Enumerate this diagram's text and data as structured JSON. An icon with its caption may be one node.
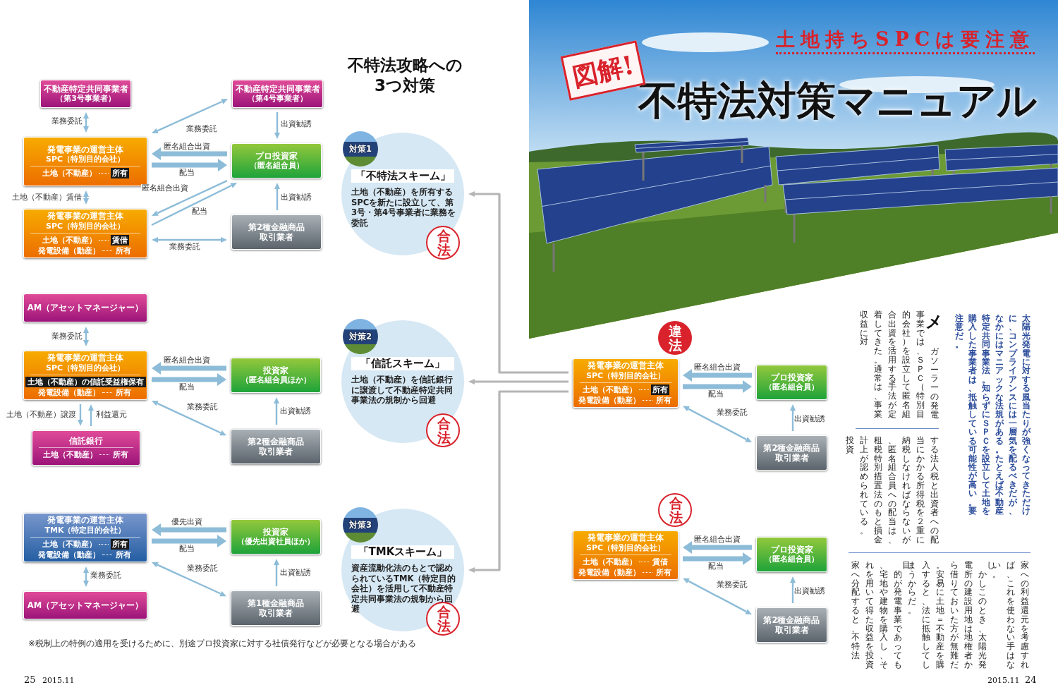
{
  "diagram": {
    "title": "不特法対策マニュアル",
    "nodes": [
      {
        "text": [
          "不動産特定共同事業者",
          "（第3号事業者）"
        ]
      },
      {
        "text": [
          "不動産特定共同事業者",
          "（第4号事業者）"
        ]
      },
      {
        "text": [
          "発電事業の運営主体",
          "SPC（特別目的会社）",
          "土地（不動産）",
          "所有"
        ]
      },
      {
        "text": [
          "プロ投資家",
          "（匿名組合員）"
        ]
      },
      {
        "text": [
          "発電事業の運営主体",
          "SPC（特別目的会社）",
          "土地（不動産）",
          "賃借",
          "発電設備（動産）",
          "所有"
        ]
      },
      {
        "text": [
          "第2種金融商品取引業者"
        ]
      },
      {
        "text": [
          "AM（アセットマネージャー）"
        ]
      },
      {
        "text": [
          "発電事業の運営主体",
          "SPC（特別目的会社）",
          "土地（不動産）の信託受益権保有",
          "発電設備（動産）",
          "所有"
        ]
      },
      {
        "text": [
          "投資家",
          "（匿名組合員ほか）"
        ]
      },
      {
        "text": [
          "信託銀行",
          "土地（不動産）",
          "所有"
        ]
      },
      {
        "text": [
          "第2種金融商品取引業者"
        ]
      },
      {
        "text": [
          "発電事業の運営主体",
          "TMK（特定目的会社）",
          "土地（不動産）",
          "所有",
          "発電設備（動産）",
          "所有"
        ]
      },
      {
        "text": [
          "投資家",
          "（優先出資社員ほか）"
        ]
      },
      {
        "text": [
          "AM（アセットマネージャー）"
        ]
      },
      {
        "text": [
          "第1種金融商品取引業者"
        ]
      },
      {
        "text": [
          "対策1",
          "「不特法スキーム」",
          "土地（不動産）を所有するSPCを新たに設立して、第3号・第4号事業者に業務を委託",
          "合法"
        ]
      },
      {
        "text": [
          "対策2",
          "「信託スキーム」",
          "土地（不動産）を信託銀行に譲渡して不動産特定共同事業法の規制から回避",
          "合法"
        ]
      },
      {
        "text": [
          "対策3",
          "「TMKスキーム」",
          "資産流動化法のもとで認められているTMK（特定目的会社）を活用して不動産特定共同事業法の規制から回避",
          "合法"
        ]
      },
      {
        "text": [
          "発電事業の運営主体",
          "SPC（特別目的会社）",
          "土地（不動産）",
          "所有",
          "発電設備（動産）",
          "所有"
        ],
        "beside": [
          "違法"
        ]
      },
      {
        "text": [
          "プロ投資家",
          "（匿名組合員）"
        ]
      },
      {
        "text": [
          "第2種金融商品取引業者"
        ]
      },
      {
        "text": [
          "発電事業の運営主体",
          "SPC（特別目的会社）",
          "土地（不動産）",
          "賃借",
          "発電設備（動産）",
          "所有"
        ],
        "beside": [
          "合法"
        ]
      },
      {
        "text": [
          "プロ投資家",
          "（匿名組合員）"
        ]
      },
      {
        "text": [
          "第2種金融商品取引業者"
        ]
      }
    ],
    "edges": [
      {
        "from": 0,
        "to": 2,
        "arrow": "both",
        "label": "業務委託"
      },
      {
        "from": 1,
        "to": 2,
        "arrow": "both",
        "label": "業務委託"
      },
      {
        "from": 1,
        "to": 3,
        "arrow": "to",
        "label": "出資勧誘"
      },
      {
        "from": 3,
        "to": 2,
        "arrow": "to",
        "label": "匿名組合出資",
        "style": "thick"
      },
      {
        "from": 2,
        "to": 3,
        "arrow": "to",
        "label": "配当",
        "style": "thick"
      },
      {
        "from": 5,
        "to": 3,
        "arrow": "to",
        "label": "出資勧誘"
      },
      {
        "from": 3,
        "to": 4,
        "arrow": "to",
        "label": "匿名組合出資"
      },
      {
        "from": 4,
        "to": 3,
        "arrow": "to",
        "label": "配当"
      },
      {
        "from": 2,
        "to": 4,
        "arrow": "both",
        "label": "土地（不動産）賃借"
      },
      {
        "from": 4,
        "to": 5,
        "arrow": "both",
        "label": "業務委託"
      },
      {
        "from": 6,
        "to": 7,
        "arrow": "both",
        "label": "業務委託"
      },
      {
        "from": 8,
        "to": 7,
        "arrow": "to",
        "label": "匿名組合出資",
        "style": "thick"
      },
      {
        "from": 7,
        "to": 8,
        "arrow": "to",
        "label": "配当",
        "style": "thick"
      },
      {
        "from": 7,
        "to": 10,
        "arrow": "both",
        "label": "業務委託"
      },
      {
        "from": 10,
        "to": 8,
        "arrow": "to",
        "label": "出資勧誘"
      },
      {
        "from": 7,
        "to": 9,
        "arrow": "to",
        "label": "土地（不動産）譲渡"
      },
      {
        "from": 9,
        "to": 7,
        "arrow": "to",
        "label": "利益還元"
      },
      {
        "from": 12,
        "to": 11,
        "arrow": "to",
        "label": "優先出資",
        "style": "thick"
      },
      {
        "from": 11,
        "to": 12,
        "arrow": "to",
        "label": "配当",
        "style": "thick"
      },
      {
        "from": 11,
        "to": 14,
        "arrow": "both",
        "label": "業務委託"
      },
      {
        "from": 14,
        "to": 12,
        "arrow": "to",
        "label": "出資勧誘"
      },
      {
        "from": 11,
        "to": 13,
        "arrow": "both",
        "label": "業務委託"
      },
      {
        "from": 18,
        "to": 15,
        "arrow": "to",
        "color": "#b5b5b5"
      },
      {
        "from": 18,
        "to": 16,
        "arrow": "to",
        "color": "#b5b5b5"
      },
      {
        "from": 18,
        "to": 17,
        "arrow": "to",
        "color": "#b5b5b5"
      },
      {
        "from": 19,
        "to": 18,
        "arrow": "to",
        "label": "匿名組合出資",
        "style": "thick"
      },
      {
        "from": 18,
        "to": 19,
        "arrow": "to",
        "label": "配当",
        "style": "thick"
      },
      {
        "from": 18,
        "to": 20,
        "arrow": "both",
        "label": "業務委託"
      },
      {
        "from": 20,
        "to": 19,
        "arrow": "to",
        "label": "出資勧誘"
      },
      {
        "from": 22,
        "to": 21,
        "arrow": "to",
        "label": "匿名組合出資",
        "style": "thick"
      },
      {
        "from": 21,
        "to": 22,
        "arrow": "to",
        "label": "配当",
        "style": "thick"
      },
      {
        "from": 21,
        "to": 23,
        "arrow": "both",
        "label": "業務委託"
      },
      {
        "from": 23,
        "to": 22,
        "arrow": "to",
        "label": "出資勧誘"
      }
    ],
    "labels": [
      "不特法攻略への3つ対策",
      "図解!",
      "土地持ちSPCは要注意",
      "太陽光発電に対する風当たりが強くなってきただけに、コンプライアンスには一層気を配るべきだが、なかにはマニアックな法規がある。たとえば不動産特定共同事業法。知らずにＳＰＣを設立して土地を購入した事業者は、抵触している可能性が高い。要注意だ。",
      "メ",
      "ガソーラーの発電事業では、ＳＰＣ（特別目的会社）を設立して匿名組合出資を活用する手法が定着してきた。通常は、事業収益に対",
      "する法人税と出資者への配当にかかる所得税を２重に納税しなければならないが、匿名組合員への配当は、租税特別措置法のもと損金計上が認められている。投資",
      "家への利益還元を考慮すれば、これを使わない手はない。",
      "しかしこのとき、太陽光発電所の建設用地は地権者から借りておいた方が無難だ。安易に土地＝不動産を購入すると、法に抵触してしまうからだ。",
      "目的が発電事業であっても、宅地や建物を購入し、それを用いて得た収益を投資家へ分配すると、不特法",
      "※税制上の特例の適用を受けるために、別途プロ投資家に対する社債発行などが必要となる場合がある",
      "25",
      "2015.11",
      "2015.11",
      "24"
    ]
  }
}
